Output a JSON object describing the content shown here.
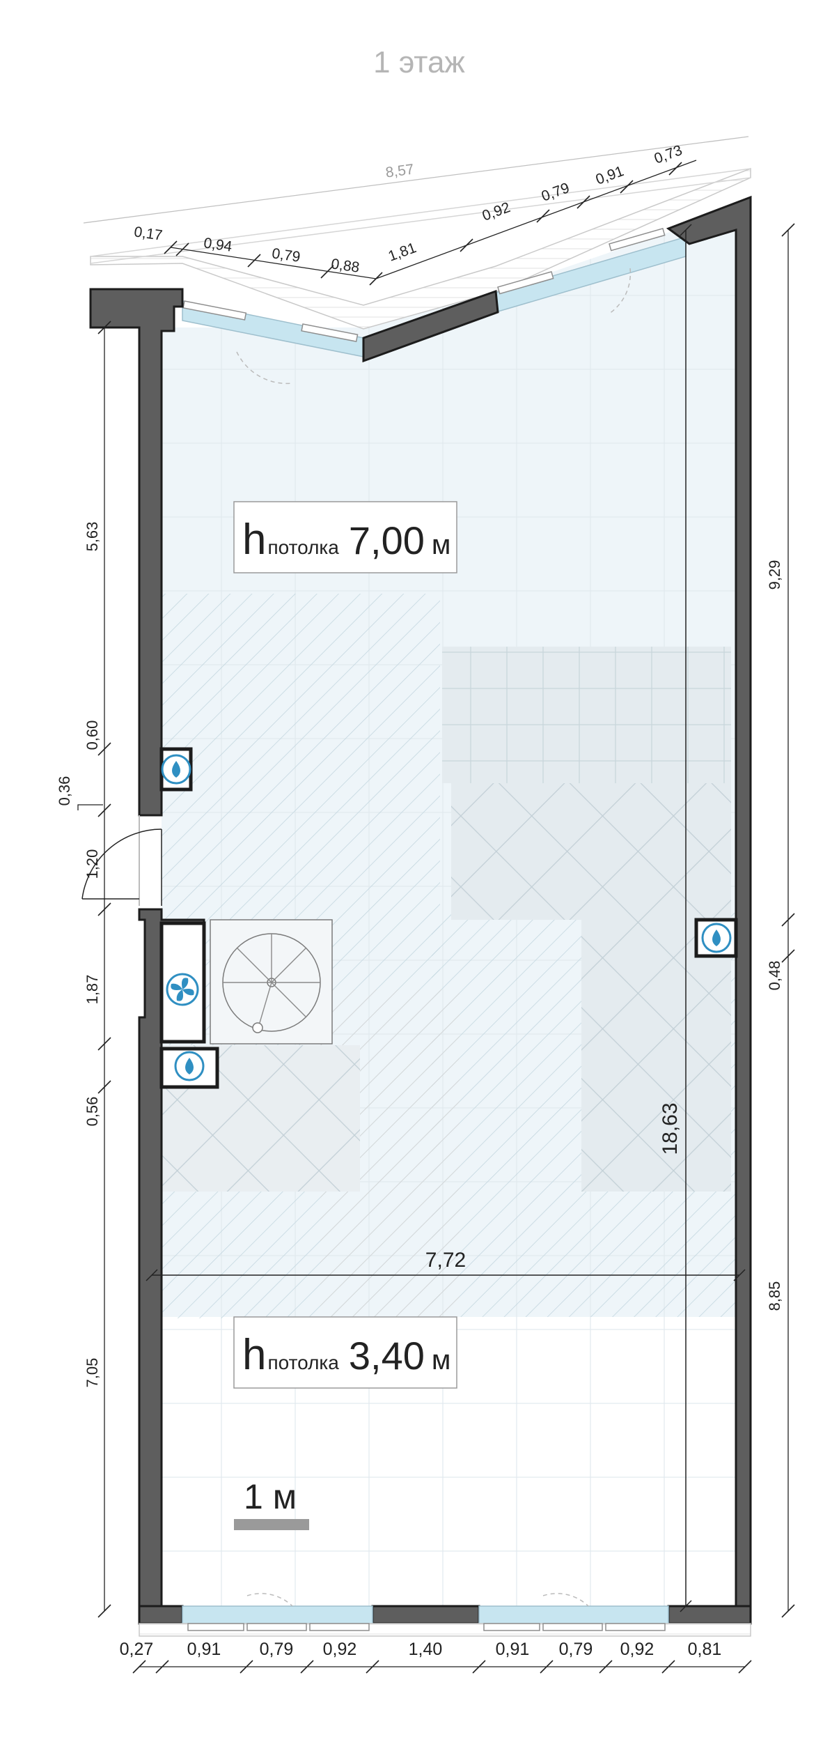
{
  "title": "1 этаж",
  "ceiling_labels": [
    {
      "h": "h",
      "sub": "потолка",
      "value": "7,00",
      "unit": "м"
    },
    {
      "h": "h",
      "sub": "потолка",
      "value": "3,40",
      "unit": "м"
    }
  ],
  "scale_label": "1 м",
  "dimensions": {
    "overall_top": "8,57",
    "top_segments": [
      "0,17",
      "0,94",
      "0,79",
      "0,88",
      "1,81",
      "0,92",
      "0,79",
      "0,91",
      "0,73"
    ],
    "left_segments": [
      "5,63",
      "0,60",
      "0,36",
      "1,20",
      "1,87",
      "0,56",
      "7,05"
    ],
    "right_segments": [
      "9,29",
      "0,48",
      "8,85"
    ],
    "bottom_segments": [
      "0,27",
      "0,91",
      "0,79",
      "0,92",
      "1,40",
      "0,91",
      "0,79",
      "0,92",
      "0,81"
    ],
    "inner_width": "7,72",
    "inner_length": "18,63"
  },
  "icons": [
    "water-riser-icon",
    "ventilation-fan-icon",
    "stair-icon"
  ],
  "colors": {
    "wall": "#5e5e5e",
    "floor_upper": "#eef5f9",
    "glass": "#c7e5f0",
    "icon_blue": "#2f8fc2",
    "hatch": "#c9dde6"
  }
}
